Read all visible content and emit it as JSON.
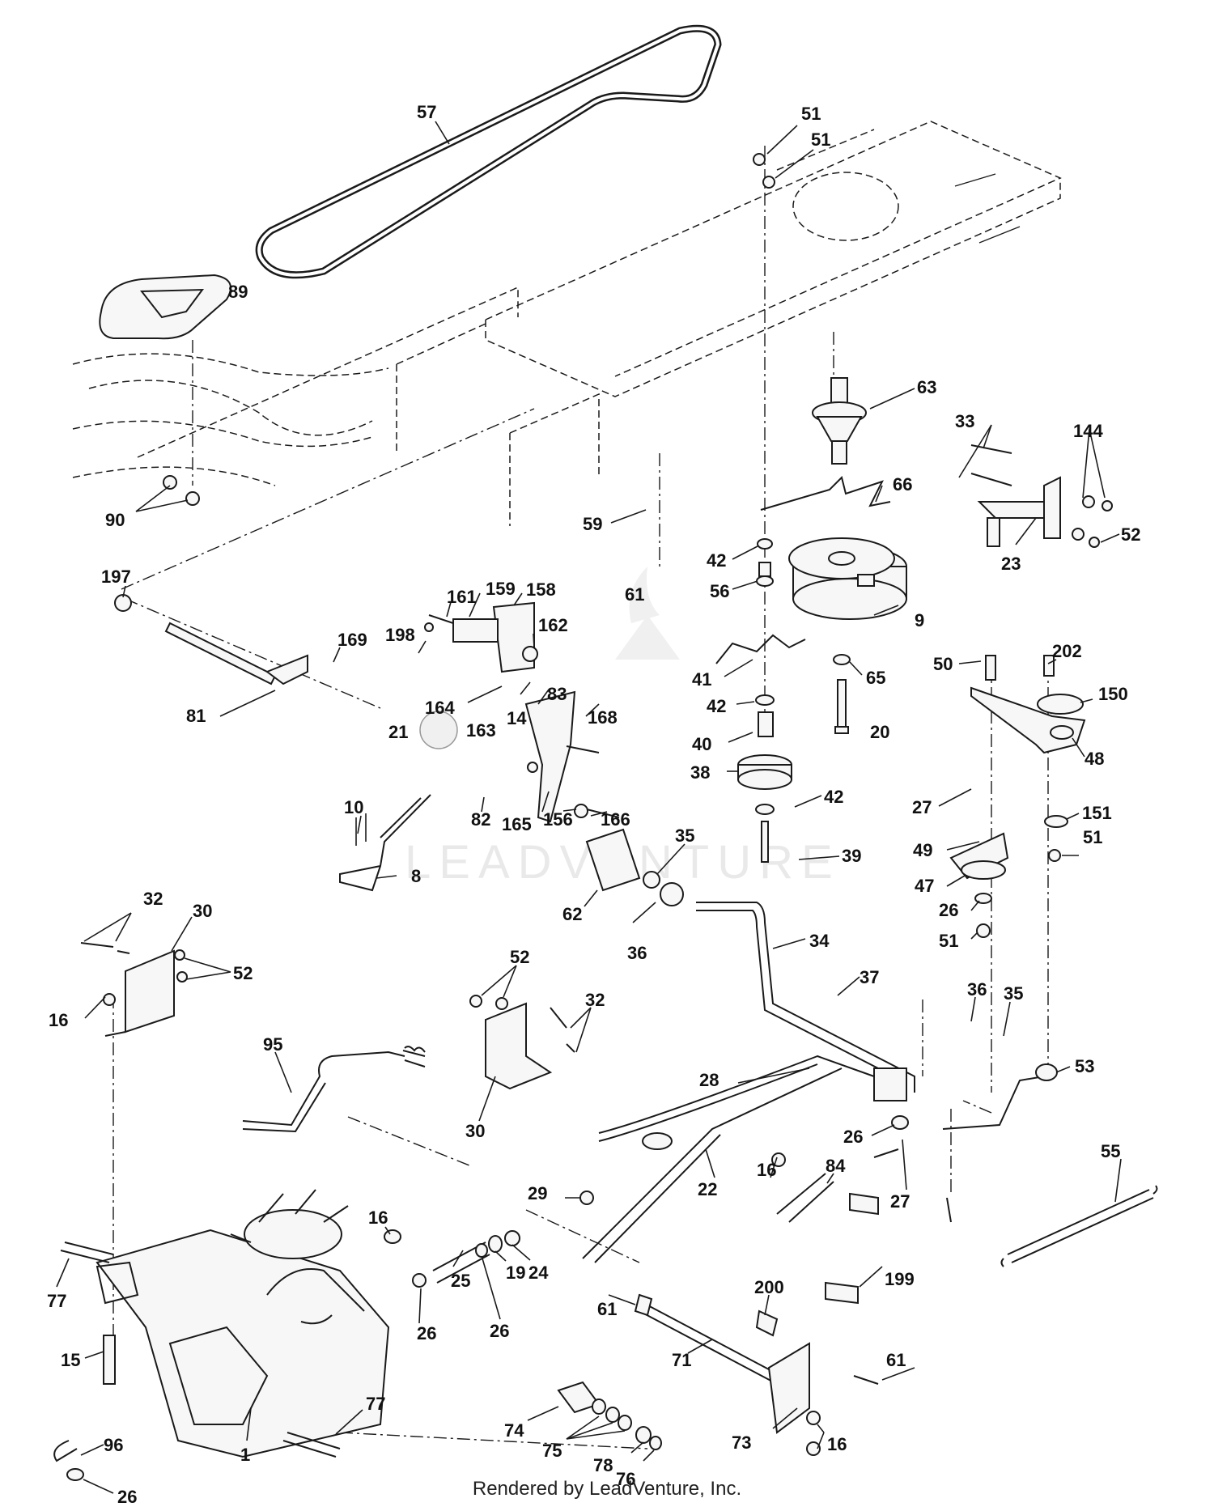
{
  "diagram": {
    "labels": [
      {
        "id": "l57",
        "text": "57"
      },
      {
        "id": "l51a",
        "text": "51"
      },
      {
        "id": "l51b",
        "text": "51"
      },
      {
        "id": "l89",
        "text": "89"
      },
      {
        "id": "l63",
        "text": "63"
      },
      {
        "id": "l33",
        "text": "33"
      },
      {
        "id": "l144",
        "text": "144"
      },
      {
        "id": "l66",
        "text": "66"
      },
      {
        "id": "l52a",
        "text": "52"
      },
      {
        "id": "l23",
        "text": "23"
      },
      {
        "id": "l90",
        "text": "90"
      },
      {
        "id": "l59",
        "text": "59"
      },
      {
        "id": "l42a",
        "text": "42"
      },
      {
        "id": "l56",
        "text": "56"
      },
      {
        "id": "l61a",
        "text": "61"
      },
      {
        "id": "l197",
        "text": "197"
      },
      {
        "id": "l161",
        "text": "161"
      },
      {
        "id": "l159",
        "text": "159"
      },
      {
        "id": "l158",
        "text": "158"
      },
      {
        "id": "l9",
        "text": "9"
      },
      {
        "id": "l162",
        "text": "162"
      },
      {
        "id": "l169",
        "text": "169"
      },
      {
        "id": "l198",
        "text": "198"
      },
      {
        "id": "l41",
        "text": "41"
      },
      {
        "id": "l65",
        "text": "65"
      },
      {
        "id": "l50",
        "text": "50"
      },
      {
        "id": "l202",
        "text": "202"
      },
      {
        "id": "l150",
        "text": "150"
      },
      {
        "id": "l83",
        "text": "83"
      },
      {
        "id": "l42b",
        "text": "42"
      },
      {
        "id": "l81",
        "text": "81"
      },
      {
        "id": "l14",
        "text": "14"
      },
      {
        "id": "l164",
        "text": "164"
      },
      {
        "id": "l20",
        "text": "20"
      },
      {
        "id": "l48",
        "text": "48"
      },
      {
        "id": "l21",
        "text": "21"
      },
      {
        "id": "l163",
        "text": "163"
      },
      {
        "id": "l168",
        "text": "168"
      },
      {
        "id": "l40",
        "text": "40"
      },
      {
        "id": "l38",
        "text": "38"
      },
      {
        "id": "l42c",
        "text": "42"
      },
      {
        "id": "l27a",
        "text": "27"
      },
      {
        "id": "l151",
        "text": "151"
      },
      {
        "id": "l10",
        "text": "10"
      },
      {
        "id": "l82",
        "text": "82"
      },
      {
        "id": "l165",
        "text": "165"
      },
      {
        "id": "l156",
        "text": "156"
      },
      {
        "id": "l166",
        "text": "166"
      },
      {
        "id": "l35a",
        "text": "35"
      },
      {
        "id": "l49",
        "text": "49"
      },
      {
        "id": "l51c",
        "text": "51"
      },
      {
        "id": "l39",
        "text": "39"
      },
      {
        "id": "l8",
        "text": "8"
      },
      {
        "id": "l47",
        "text": "47"
      },
      {
        "id": "l32a",
        "text": "32"
      },
      {
        "id": "l30a",
        "text": "30"
      },
      {
        "id": "l62",
        "text": "62"
      },
      {
        "id": "l26a",
        "text": "26"
      },
      {
        "id": "l36a",
        "text": "36"
      },
      {
        "id": "l51d",
        "text": "51"
      },
      {
        "id": "l34",
        "text": "34"
      },
      {
        "id": "l52b",
        "text": "52"
      },
      {
        "id": "l16a",
        "text": "16"
      },
      {
        "id": "l52c",
        "text": "52"
      },
      {
        "id": "l37",
        "text": "37"
      },
      {
        "id": "l36b",
        "text": "36"
      },
      {
        "id": "l35b",
        "text": "35"
      },
      {
        "id": "l32b",
        "text": "32"
      },
      {
        "id": "l95",
        "text": "95"
      },
      {
        "id": "l53",
        "text": "53"
      },
      {
        "id": "l28",
        "text": "28"
      },
      {
        "id": "l30b",
        "text": "30"
      },
      {
        "id": "l26b",
        "text": "26"
      },
      {
        "id": "l55",
        "text": "55"
      },
      {
        "id": "l16b",
        "text": "16"
      },
      {
        "id": "l84",
        "text": "84"
      },
      {
        "id": "l29",
        "text": "29"
      },
      {
        "id": "l22",
        "text": "22"
      },
      {
        "id": "l27b",
        "text": "27"
      },
      {
        "id": "l16c",
        "text": "16"
      },
      {
        "id": "l77a",
        "text": "77"
      },
      {
        "id": "l19",
        "text": "19"
      },
      {
        "id": "l24",
        "text": "24"
      },
      {
        "id": "l25",
        "text": "25"
      },
      {
        "id": "l199",
        "text": "199"
      },
      {
        "id": "l61b",
        "text": "61"
      },
      {
        "id": "l200",
        "text": "200"
      },
      {
        "id": "l26c",
        "text": "26"
      },
      {
        "id": "l26d",
        "text": "26"
      },
      {
        "id": "l15",
        "text": "15"
      },
      {
        "id": "l71",
        "text": "71"
      },
      {
        "id": "l61c",
        "text": "61"
      },
      {
        "id": "l77b",
        "text": "77"
      },
      {
        "id": "l74",
        "text": "74"
      },
      {
        "id": "l96",
        "text": "96"
      },
      {
        "id": "l73",
        "text": "73"
      },
      {
        "id": "l16d",
        "text": "16"
      },
      {
        "id": "l75",
        "text": "75"
      },
      {
        "id": "l1",
        "text": "1"
      },
      {
        "id": "l78",
        "text": "78"
      },
      {
        "id": "l76",
        "text": "76"
      },
      {
        "id": "l26e",
        "text": "26"
      }
    ],
    "watermark": "LEADVENTURE",
    "footer": "Rendered by LeadVenture, Inc."
  }
}
